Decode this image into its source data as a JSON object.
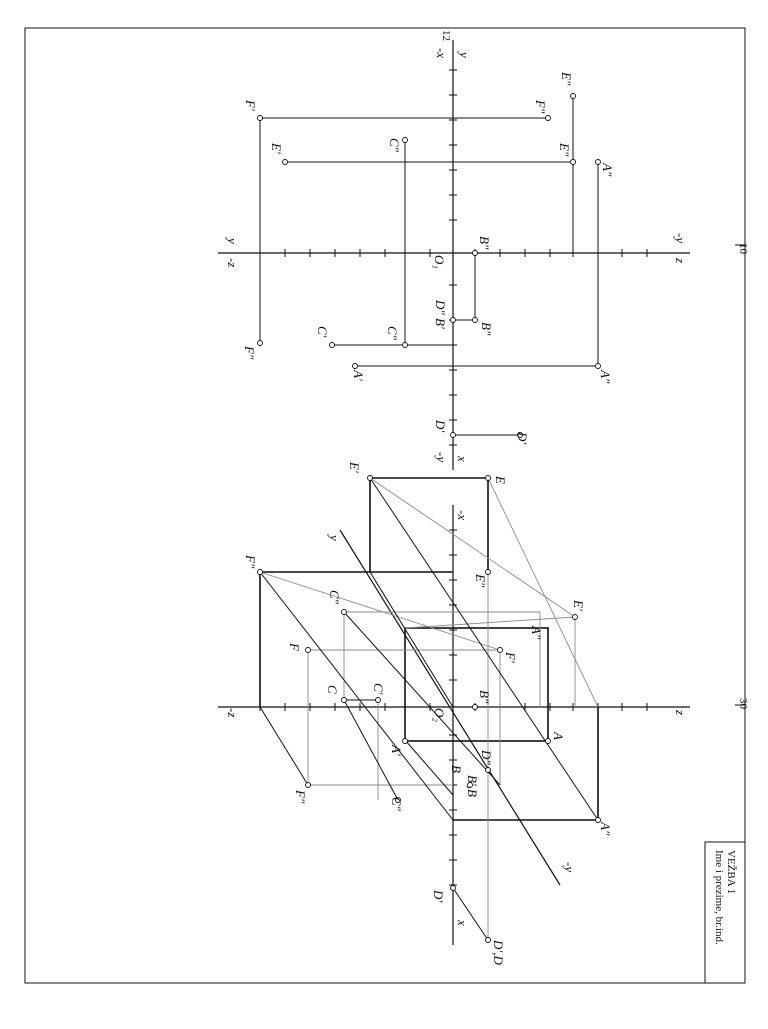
{
  "title_block": {
    "line1": "VEŽBA 1",
    "line2": "Ime i prezime, br.ind."
  },
  "sheet_marks": [
    "12",
    "10",
    "30"
  ],
  "diagram_top": {
    "origin": "O₁",
    "axes": {
      "x": "x",
      "neg_x": "-x",
      "y": "y",
      "neg_y": "-y",
      "z": "z",
      "neg_z": "-z",
      "y_left": "y",
      "neg_y_right": "-y",
      "neg_y_bottom": "-y"
    },
    "points": {
      "E3": "E″",
      "F1": "F′",
      "F2": "F″",
      "E1": "E′",
      "E2": "E″",
      "C3": "C″",
      "A3": "A″",
      "B3": "B″",
      "D2": "D″",
      "B1": "B′",
      "B2": "B″",
      "C1": "C′",
      "C2": "C″",
      "F3": "F″",
      "A1": "A′",
      "A2": "A″",
      "D1a": "D′",
      "D1b": "D′"
    }
  },
  "diagram_bottom": {
    "origin": "O₂",
    "axes": {
      "x": "x",
      "neg_x": "-x",
      "y": "y",
      "neg_y": "-y",
      "z": "z",
      "neg_z": "-z"
    },
    "points": {
      "E": "E",
      "E1": "E′",
      "E2": "E″",
      "E1b": "E′",
      "F3": "F″",
      "F": "F",
      "F1": "F′",
      "C3": "C″",
      "A3": "A″",
      "C": "C",
      "C1": "C′",
      "B3": "B″",
      "A": "A",
      "A1": "A′",
      "D2": "D″",
      "B": "B",
      "B1B": "B′,B",
      "F2": "F″",
      "C2": "C″",
      "A2": "A″",
      "D1": "D′",
      "DD": "D′,D"
    }
  }
}
